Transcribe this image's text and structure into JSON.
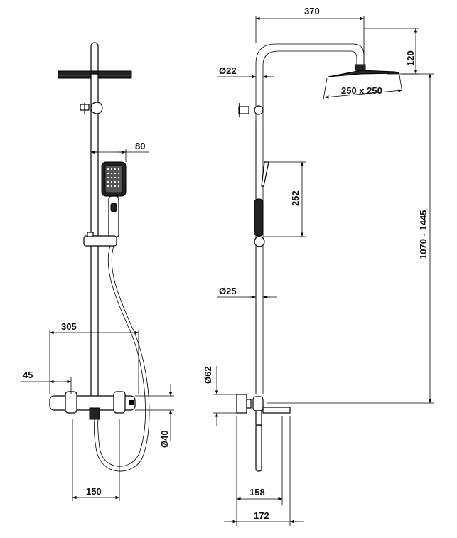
{
  "drawing": {
    "front_view": {
      "dimensions": {
        "hand_shower_width": "80",
        "mixer_reach": "305",
        "left_offset": "45",
        "mixer_centres": "150",
        "mixer_body_diameter": "Ø40"
      }
    },
    "side_view": {
      "dimensions": {
        "arm_length": "370",
        "head_drop": "120",
        "head_size": "250 x 250",
        "upper_pipe_diameter": "Ø22",
        "hand_shower_length": "252",
        "lower_pipe_diameter": "Ø25",
        "height_range": "1070 - 1445",
        "connector_diameter": "Ø62",
        "spout_projection": "158",
        "overall_depth": "172"
      }
    }
  }
}
